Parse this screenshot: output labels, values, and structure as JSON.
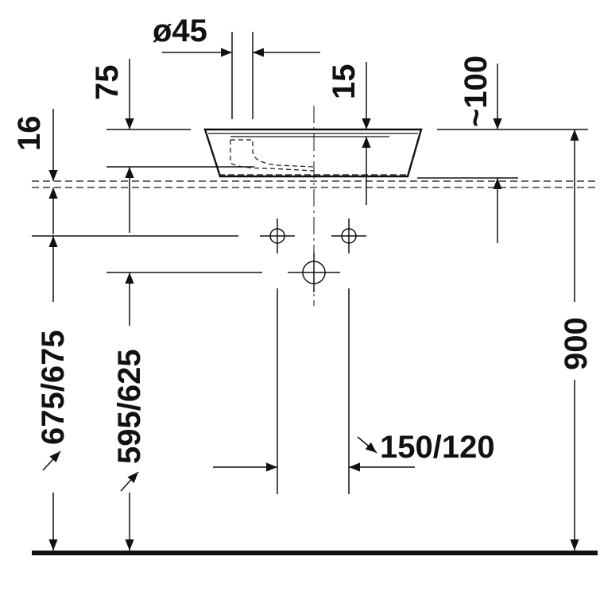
{
  "drawing": {
    "dimensions": {
      "drain_diameter": "ø45",
      "basin_height": "75",
      "rim_thickness": "15",
      "overflow_offset": "~100",
      "countertop_thickness": "16",
      "counter_height": "675/675",
      "waste_height": "595/625",
      "supply_spacing": "150/120",
      "total_height": "900"
    },
    "colors": {
      "ink": "#111111",
      "paper": "#ffffff"
    }
  }
}
